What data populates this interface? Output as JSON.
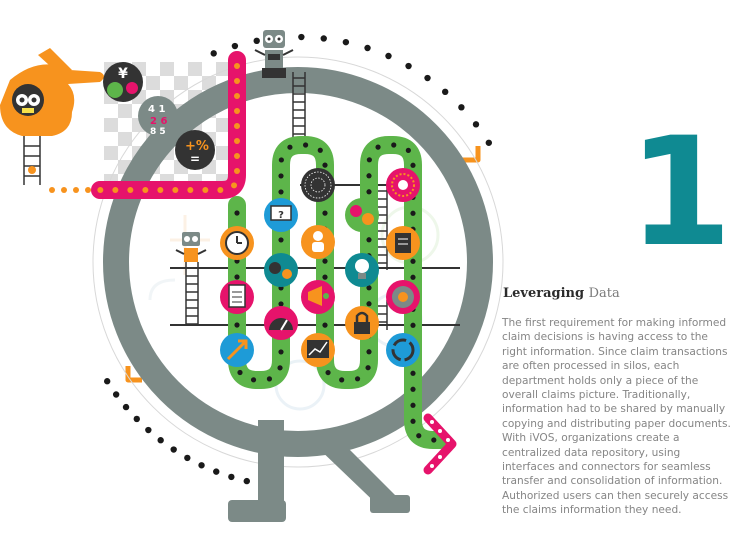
{
  "big_number": "1",
  "heading": {
    "part1": "Leveraging ",
    "part2": "Data"
  },
  "body_text": "The first requirement for making informed claim decisions is having access to the right information. Since claim transactions are often processed in silos, each department holds only a piece of the overall claims picture. Traditionally, information had to be shared by manually copying and distributing paper documents. With iVOS, organizations create a centralized data repository, using interfaces and connectors for seamless transfer and consolidation of information. Authorized users can then securely access the claims information they need.",
  "icons": {
    "question_screen": "?",
    "numbers": "4 1 0 2 6 8 5",
    "currency": "¥ $",
    "math": "+ % ="
  },
  "colors": {
    "teal": "#0f8a92",
    "magenta": "#e6136b",
    "green": "#5db54a",
    "orange": "#f7931e",
    "gray": "#7c8a87",
    "text": "#858585"
  }
}
